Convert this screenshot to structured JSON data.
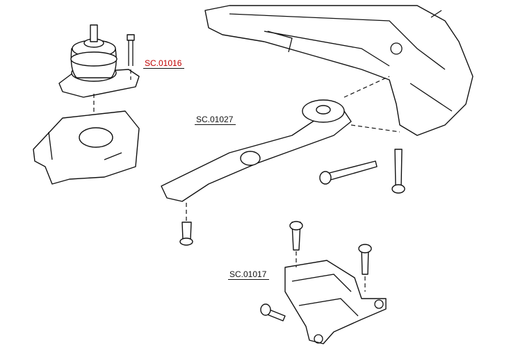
{
  "labels": {
    "upper_mount": "SC.01016",
    "torque_rod": "SC.01027",
    "transmission_mount": "SC.01017"
  },
  "colors": {
    "upper_mount_label": "#c00000",
    "default_label": "#111111",
    "line_art": "#111111"
  }
}
